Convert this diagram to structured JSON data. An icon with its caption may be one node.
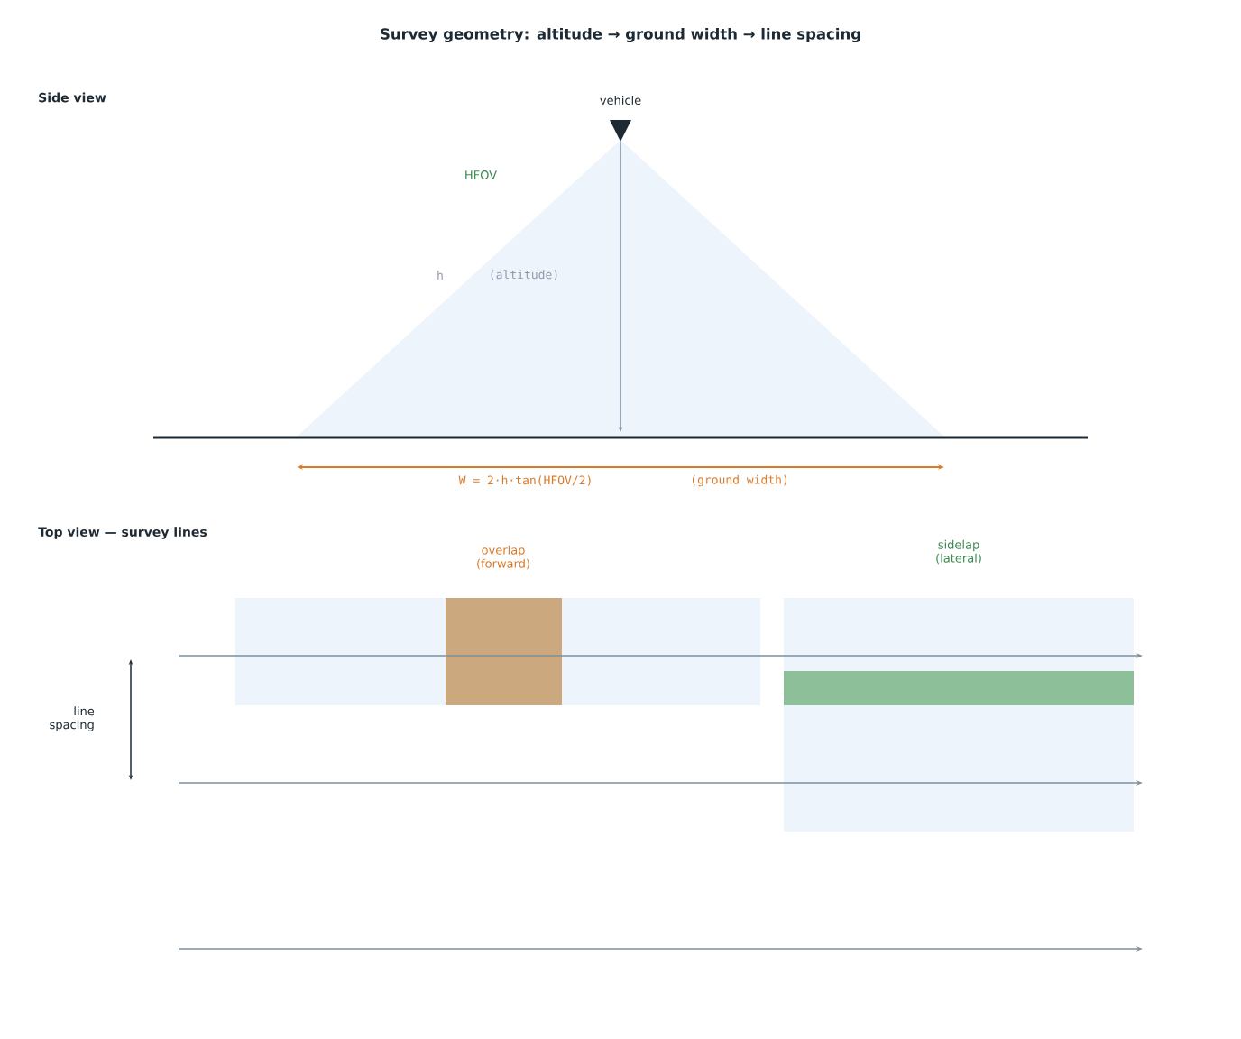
{
  "diagram": {
    "title": "Survey geometry: altitude → ground width → line spacing",
    "labels": [
      "Side view",
      "vehicle",
      "HFOV",
      "h",
      "(altitude)",
      "W = 2·h·tan(HFOV/2)",
      "(ground width)",
      "Top view — survey lines",
      "overlap (forward)",
      "sidelap (lateral)",
      "line spacing"
    ]
  }
}
